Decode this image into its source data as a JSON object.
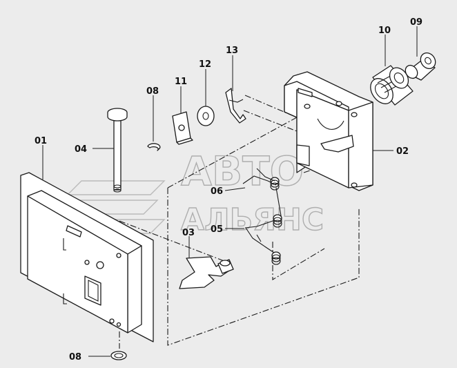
{
  "watermark": {
    "line1": "АВТО",
    "line2": "АЛЬЯНС"
  },
  "callouts": [
    {
      "id": "01",
      "text": "01",
      "part": "mounting-plate"
    },
    {
      "id": "02",
      "text": "02",
      "part": "bracket"
    },
    {
      "id": "03",
      "text": "03",
      "part": "latch-lever"
    },
    {
      "id": "04",
      "text": "04",
      "part": "pin"
    },
    {
      "id": "05",
      "text": "05",
      "part": "spring"
    },
    {
      "id": "06",
      "text": "06",
      "part": "spring"
    },
    {
      "id": "08a",
      "text": "08",
      "part": "snap-ring"
    },
    {
      "id": "08b",
      "text": "08",
      "part": "snap-ring"
    },
    {
      "id": "09",
      "text": "09",
      "part": "plunger"
    },
    {
      "id": "10",
      "text": "10",
      "part": "housing"
    },
    {
      "id": "11",
      "text": "11",
      "part": "pad"
    },
    {
      "id": "12",
      "text": "12",
      "part": "washer"
    },
    {
      "id": "13",
      "text": "13",
      "part": "clip"
    }
  ]
}
